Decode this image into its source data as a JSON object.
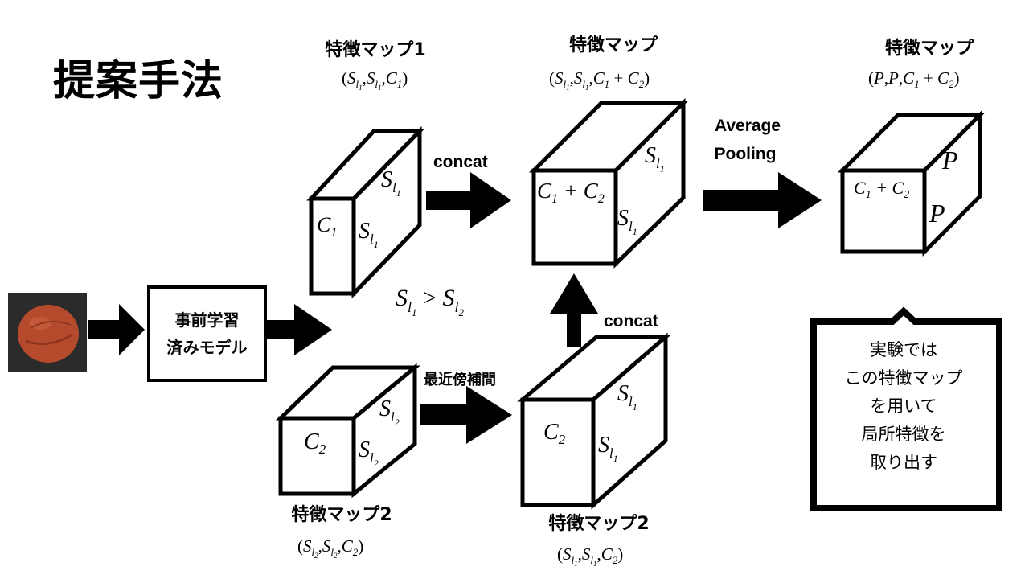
{
  "title": "提案手法",
  "pretrained_model": {
    "line1": "事前学習",
    "line2": "済みモデル"
  },
  "fmap1": {
    "title": "特徴マップ1",
    "dims": "(S_l1, S_l1, C1)"
  },
  "fmap2_left": {
    "title": "特徴マップ2",
    "dims": "(S_l2, S_l2, C2)"
  },
  "fmap2_right": {
    "title": "特徴マップ2",
    "dims": "(S_l1, S_l1, C2)"
  },
  "fmap_concat": {
    "title": "特徴マップ",
    "dims": "(S_l1, S_l1, C1 + C2)"
  },
  "fmap_pooled": {
    "title": "特徴マップ",
    "dims": "(P, P, C1 + C2)"
  },
  "arrows": {
    "concat_top": "concat",
    "concat_bottom": "concat",
    "interpolation": "最近傍補間",
    "avg_pool_line1": "Average",
    "avg_pool_line2": "Pooling"
  },
  "inequality": "S_l1 > S_l2",
  "callout": [
    "実験では",
    "この特徴マップ",
    "を用いて",
    "局所特徴を",
    "取り出す"
  ],
  "colors": {
    "ink": "#000000",
    "background": "#ffffff",
    "thumbnail_object": "#b54a2c"
  }
}
